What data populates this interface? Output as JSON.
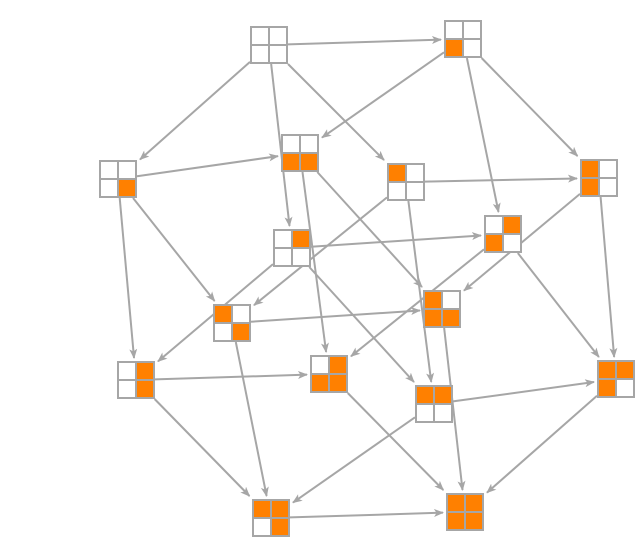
{
  "diagram": {
    "type": "hasse-diagram-2x2-grid-subsets",
    "colors": {
      "filled": "#ff8000",
      "empty": "#ffffff",
      "border": "#a6a6a6",
      "edge": "#a6a6a6"
    },
    "cell_order": [
      "top-left",
      "top-right",
      "bottom-left",
      "bottom-right"
    ],
    "nodes": [
      {
        "id": "n0",
        "cells": [
          0,
          0,
          0,
          0
        ]
      },
      {
        "id": "n1",
        "cells": [
          0,
          0,
          1,
          0
        ]
      },
      {
        "id": "n2",
        "cells": [
          0,
          0,
          0,
          1
        ]
      },
      {
        "id": "n3",
        "cells": [
          0,
          0,
          1,
          1
        ]
      },
      {
        "id": "n4",
        "cells": [
          1,
          0,
          0,
          0
        ]
      },
      {
        "id": "n5",
        "cells": [
          1,
          0,
          1,
          0
        ]
      },
      {
        "id": "n6",
        "cells": [
          0,
          1,
          0,
          0
        ]
      },
      {
        "id": "n7",
        "cells": [
          0,
          1,
          1,
          0
        ]
      },
      {
        "id": "n8",
        "cells": [
          1,
          0,
          0,
          1
        ]
      },
      {
        "id": "n9",
        "cells": [
          1,
          0,
          1,
          1
        ]
      },
      {
        "id": "n10",
        "cells": [
          0,
          1,
          0,
          1
        ]
      },
      {
        "id": "n11",
        "cells": [
          0,
          1,
          1,
          1
        ]
      },
      {
        "id": "n12",
        "cells": [
          1,
          1,
          0,
          0
        ]
      },
      {
        "id": "n13",
        "cells": [
          1,
          1,
          1,
          0
        ]
      },
      {
        "id": "n14",
        "cells": [
          1,
          1,
          0,
          1
        ]
      },
      {
        "id": "n15",
        "cells": [
          1,
          1,
          1,
          1
        ]
      }
    ]
  }
}
